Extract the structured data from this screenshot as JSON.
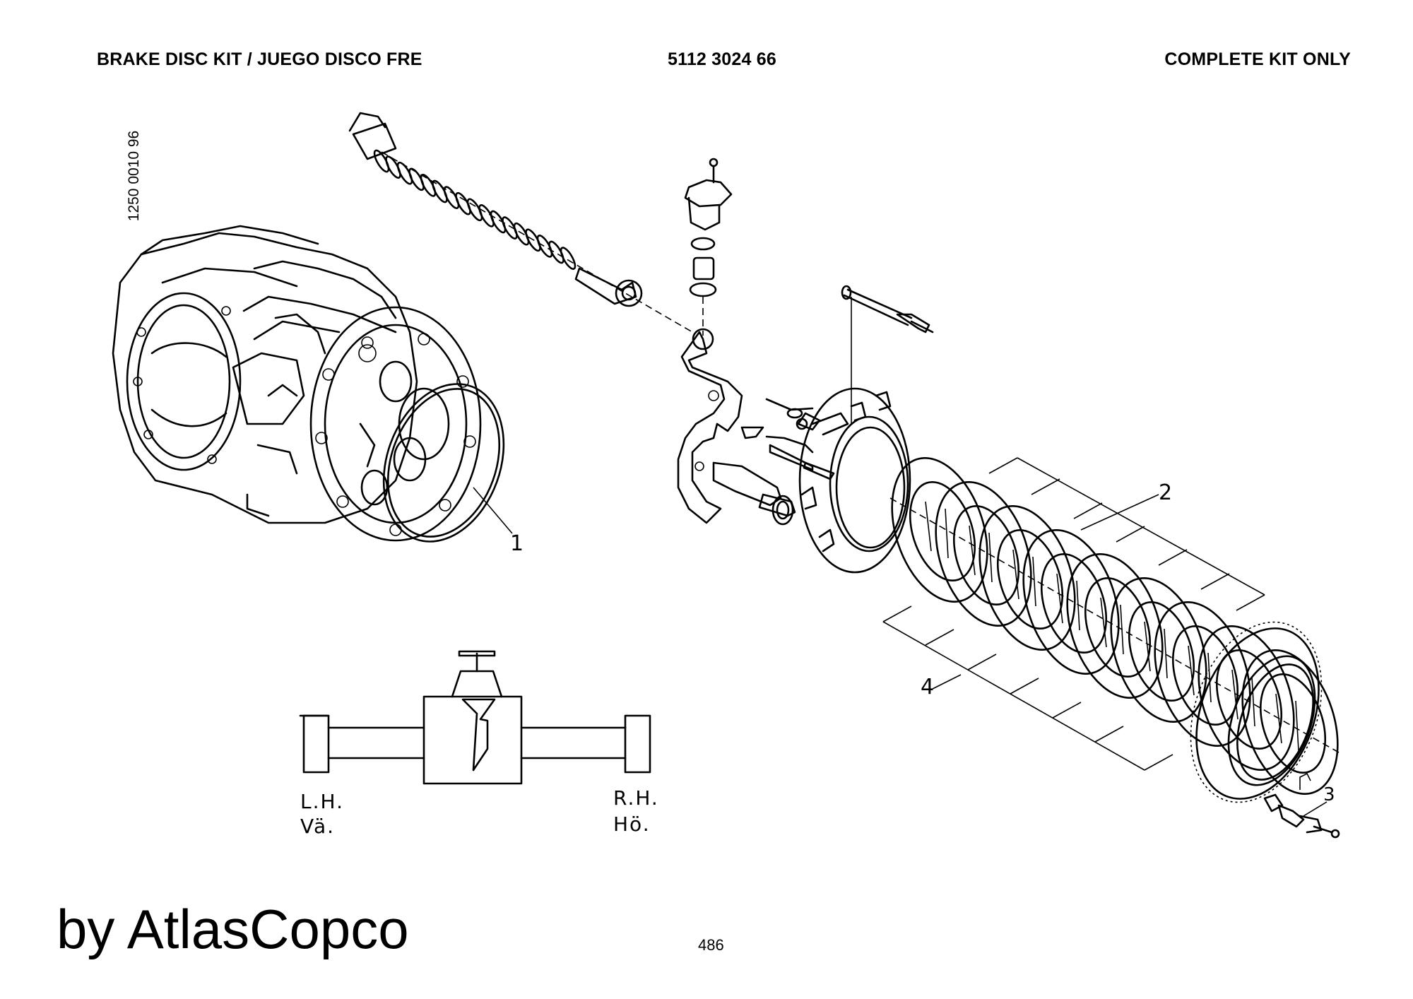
{
  "header": {
    "title": "BRAKE DISC KIT / JUEGO DISCO FRE",
    "part_number": "5112 3024 66",
    "note": "COMPLETE KIT ONLY"
  },
  "document_code": "1250 0010 96",
  "callouts": {
    "c1": "1",
    "c2": "2",
    "c3": "3",
    "c4": "4"
  },
  "sides": {
    "left_en": "L.H.",
    "left_local": "Vä.",
    "right_en": "R.H.",
    "right_local": "Hö."
  },
  "footer": {
    "brand": "by AtlasCopco",
    "page_number": "486"
  }
}
